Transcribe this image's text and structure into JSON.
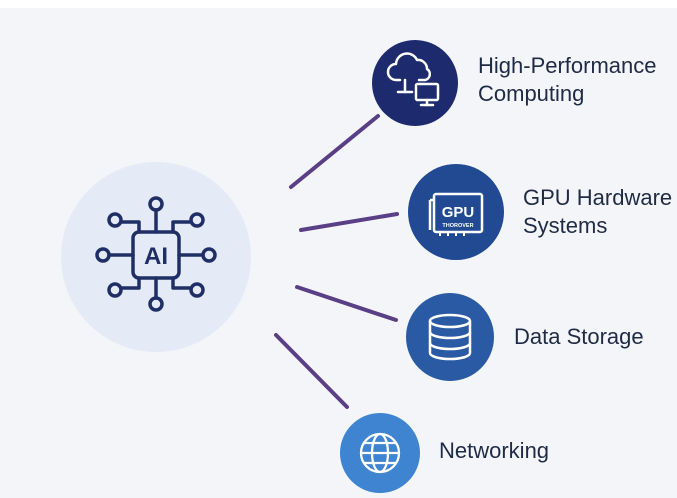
{
  "hub": {
    "label": "AI",
    "icon": "ai-chip-icon"
  },
  "nodes": [
    {
      "id": "hpc",
      "lines": [
        "High-Performance",
        "Computing"
      ],
      "icon": "cloud-computer-icon",
      "color": "#1e2a6e"
    },
    {
      "id": "gpu",
      "lines": [
        "GPU Hardware",
        "Systems"
      ],
      "icon": "gpu-card-icon",
      "icon_text": "GPU",
      "icon_subtext": "THOROVER",
      "color": "#214a93"
    },
    {
      "id": "storage",
      "lines": [
        "Data Storage"
      ],
      "icon": "database-icon",
      "color": "#2a5aa3"
    },
    {
      "id": "network",
      "lines": [
        "Networking"
      ],
      "icon": "globe-icon",
      "color": "#3f84d0"
    }
  ],
  "colors": {
    "background": "#f3f5f9",
    "hub_fill": "#e4ebf6",
    "hub_icon": "#1f2f66",
    "connector": "#5a3f86",
    "text": "#1f2a44"
  }
}
